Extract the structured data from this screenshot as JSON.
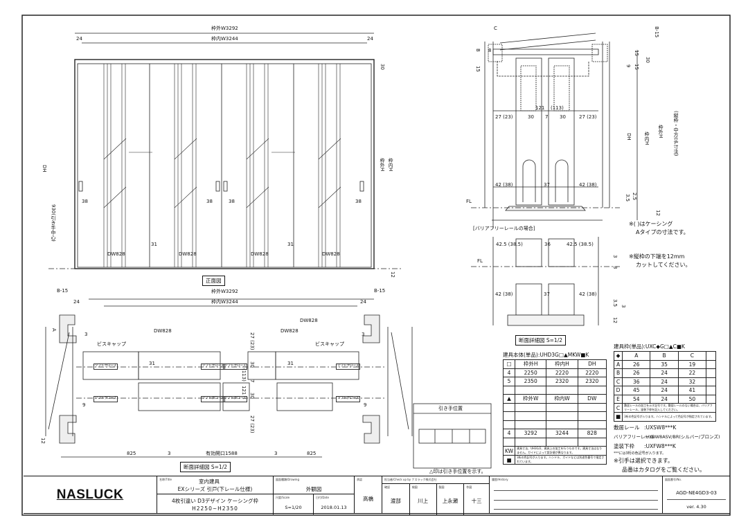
{
  "front_view": {
    "dim_outer_w": "枠外W3292",
    "dim_inner_w": "枠内W3244",
    "dim_24_left": "24",
    "dim_24_right": "24",
    "dim_30": "30",
    "dim_12": "12",
    "dim_dh": "DH",
    "dim_outer_h": "枠外H",
    "dim_inner_h": "枠内H",
    "handle_height": "930(引き手中心)",
    "dim_38": "38",
    "dim_31": "31",
    "dw": "DW828",
    "title": "正面図"
  },
  "section_vertical": {
    "c": "C",
    "b15": "B-15",
    "b": "B",
    "d8": "8",
    "d15a": "15",
    "d15b": "15",
    "d30": "30",
    "d15c": "15",
    "d30b": "30",
    "d9": "9",
    "d121": "121",
    "d113": "(113)",
    "d27l": "27 (23)",
    "d30l": "30",
    "d7": "7",
    "d30r": "30",
    "d27r": "27 (23)",
    "dh": "DH",
    "inner_h": "枠内H",
    "outer_h": "枠外H",
    "note_h": "(縦枠・中方立L寸法)",
    "d42l": "42 (38)",
    "d37": "37",
    "d42r": "42 (38)",
    "fl": "FL",
    "d35": "3.5",
    "d25": "2.5",
    "d12": "12",
    "barrier_title": "[バリアフリーレールの場合]",
    "d425l": "42.5 (38.5)",
    "d36": "36",
    "d425r": "42.5 (38.5)",
    "d3a": "3",
    "d3b": "3",
    "d35b": "3.5",
    "d3c": "3",
    "d12b": "12",
    "title": "断面詳細図 S=1/2"
  },
  "notes": {
    "casing": "※( )はケーシング",
    "casing2": "Aタイプの寸法です。",
    "cut": "※縦枠の下端を12mm",
    "cut2": "カットしてください。"
  },
  "section_plan": {
    "b15l": "B-15",
    "b15r": "B-15",
    "outer_w": "枠外W3292",
    "inner_w": "枠内W3244",
    "d24l": "24",
    "d24r": "24",
    "dw1": "DW828",
    "dw2": "DW828",
    "dw3": "DW828",
    "a": "A",
    "d3": "3",
    "d3r": "3",
    "screw_cap_l": "ビスキャップ",
    "screw_cap_r": "ビスキャップ",
    "d31l": "31",
    "d31r": "31",
    "soft_close": "ソフトクローズ",
    "d27a": "27 (23)",
    "d30a": "30",
    "d113": "(113)",
    "d7": "7",
    "d121": "121",
    "d30b": "30",
    "d27b": "27 (23)",
    "d9l": "9",
    "d9r": "9",
    "d12": "12",
    "d825l": "825",
    "d3l": "3",
    "opening": "有効開口1588",
    "d3m": "3",
    "d825r": "825",
    "title": "断面詳細図 S=1/2"
  },
  "handle_position": {
    "title": "引き手位置",
    "note": "△印は引き手位置を示す。"
  },
  "body_table": {
    "title": "建具本体(単品):UHD3G□▲MKW■K",
    "h_header": [
      "□",
      "枠外H",
      "枠内H",
      "DH"
    ],
    "h_rows": [
      [
        "4",
        "2250",
        "2220",
        "2220"
      ],
      [
        "5",
        "2350",
        "2320",
        "2320"
      ],
      [
        "",
        "",
        "",
        ""
      ]
    ],
    "w_header": [
      "▲",
      "枠外W",
      "枠内W",
      "DW"
    ],
    "w_rows": [
      [
        "",
        "",
        "",
        ""
      ],
      [
        "",
        "",
        "",
        ""
      ],
      [
        "",
        "",
        "",
        ""
      ],
      [
        "4",
        "3292",
        "3244",
        "828"
      ],
      [
        "",
        "",
        "",
        ""
      ]
    ],
    "kw_label": "KW",
    "kw_note": "建具寸法、UH3G/2、建具上の加工を行うものです。建具寸法はなりません。ガイドによって設計値が異なります。",
    "sq_label": "■",
    "sq_note": "3桁の色記号が入ります。ハンドル、ガイドなどは別途色番号で指定されています。"
  },
  "frame_table": {
    "title": "建具枠(単品):UXC◆G□▲C■K",
    "header": [
      "◆",
      "A",
      "B",
      "C",
      ""
    ],
    "rows": [
      [
        "A",
        "26",
        "35",
        "19",
        ""
      ],
      [
        "B",
        "26",
        "24",
        "22",
        ""
      ],
      [
        "C",
        "36",
        "24",
        "32",
        ""
      ],
      [
        "D",
        "45",
        "24",
        "41",
        ""
      ],
      [
        "E",
        "54",
        "24",
        "50",
        ""
      ]
    ],
    "c_label": "C",
    "c_note": "敷居レールの加工を示す記号です。敷居レールのない場合は、バリアフリーレール、塗装下枠を記入してください。",
    "sq_label": "■",
    "sq_note": "3桁の色記号が入ります。ハンドルによって色記号が指定されています。"
  },
  "rails": {
    "sill_label": "敷居レール",
    "sill_value": ":UXSW8***K",
    "barrier_label": "バリアフリーレール",
    "barrier_value": ":UXBW8ASV/BR(シルバー/ブロンズ)",
    "paint_label": "塗装下枠",
    "paint_value": ":UXFW8***K",
    "color_note": "***には3桁の色記号が入ります。",
    "handle_note": "※引手は選択できます。",
    "catalog_note": "品番はカタログをご覧ください。"
  },
  "title_block": {
    "logo": "NASLUCK",
    "title_small": "名称/Title",
    "product_type": "室内建具",
    "series": "EXシリーズ 引戸(下レール仕様)",
    "desc": "4枚引違い D3デザイン ケーシング枠",
    "size": "H2250~H2350",
    "drawing_small": "図面種類/Drawing",
    "drawing": "外観図",
    "scale_small": "尺度/Scale",
    "scale": "S=1/20",
    "date_small": "日付/Date",
    "date": "2018.01.13",
    "approve_small": "承認",
    "approver": "高橋",
    "check_small": "担当者/Check up by ナスラック株式会社",
    "checkers": [
      "渡部",
      "川上",
      "上永瀬",
      "十三"
    ],
    "check_roles": [
      "確認",
      "検図",
      "製図",
      "作図"
    ],
    "history_small": "履歴/History",
    "no_small": "図面番号/No.",
    "number": "AGD-NE4GD3-03",
    "version": "ver. 4.30"
  }
}
